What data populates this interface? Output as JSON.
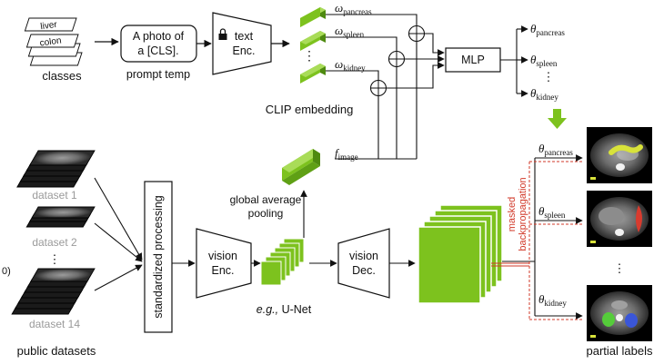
{
  "classes": {
    "sheet_labels": [
      "liver",
      "colon"
    ],
    "caption": "classes"
  },
  "prompt": {
    "line1": "A photo of",
    "line2": "a [CLS].",
    "caption": "prompt temp"
  },
  "text_encoder": {
    "line1": "text",
    "line2": "Enc."
  },
  "clip": {
    "caption": "CLIP embedding",
    "dots": "⋮",
    "omega_symbol": "ω",
    "omega_subs": [
      "pancreas",
      "spleen",
      "kidney"
    ]
  },
  "mlp": {
    "label": "MLP"
  },
  "outputs": {
    "theta_symbol": "θ",
    "theta_subs": [
      "pancreas",
      "spleen",
      "kidney"
    ],
    "dots": "⋮"
  },
  "image_feature": {
    "symbol": "f",
    "sub": "image",
    "pooling_line1": "global average",
    "pooling_line2": "pooling"
  },
  "datasets": {
    "labels": [
      "dataset 1",
      "dataset 2",
      "dataset 14"
    ],
    "dots": "⋮",
    "caption": "public datasets",
    "edge_mark": "0)"
  },
  "standardized": {
    "label": "standardized processing"
  },
  "vision_encoder": {
    "line1": "vision",
    "line2": "Enc."
  },
  "unet": {
    "prefix": "e.g.,",
    "suffix": " U-Net"
  },
  "vision_decoder": {
    "line1": "vision",
    "line2": "Dec."
  },
  "masked": {
    "line1": "masked",
    "line2": "backpropagation"
  },
  "heads": {
    "theta_symbol": "θ",
    "subs": [
      "pancreas",
      "spleen",
      "kidney"
    ],
    "dots": "⋮"
  },
  "partial": {
    "caption": "partial labels"
  },
  "colors": {
    "green": "#7dc21e",
    "green_dark": "#4e8a10",
    "green_light": "#a9dc58",
    "red": "#d23a2a",
    "gray_text": "#9a9a9a",
    "seg_yellow": "#d8e23a",
    "seg_red": "#d83b2e",
    "seg_green": "#55cc3a",
    "seg_blue": "#3a56d8"
  }
}
